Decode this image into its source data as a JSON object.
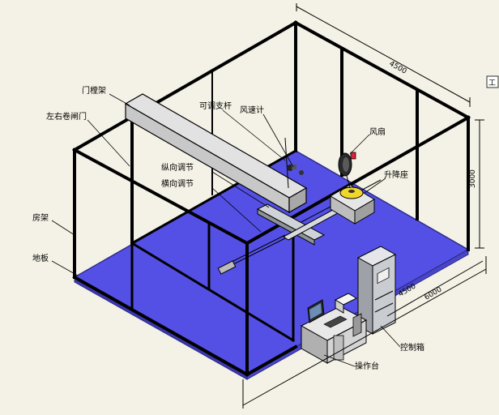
{
  "labels": {
    "gantry": "门樘架",
    "rolling_door": "左右卷闸门",
    "adjustable_rod": "可调支杆",
    "anemometer": "风速计",
    "fan": "风扇",
    "longitudinal": "纵向调节",
    "transverse": "横向调节",
    "lift_seat": "升降座",
    "house_frame": "房架",
    "floor_plate": "地板",
    "control_box": "控制箱",
    "console": "操作台"
  },
  "dimensions": {
    "width_top": "4500",
    "height": "3000",
    "depth_right": "4500",
    "length_bottom": "6000"
  },
  "corner_tag": "工",
  "colors": {
    "floor": "#5450e6",
    "floor_edge": "#3a38b0",
    "background": "#f4f2e6",
    "gantry_beam": "#c8c8c8",
    "cabinet": "#c9ccd0"
  }
}
